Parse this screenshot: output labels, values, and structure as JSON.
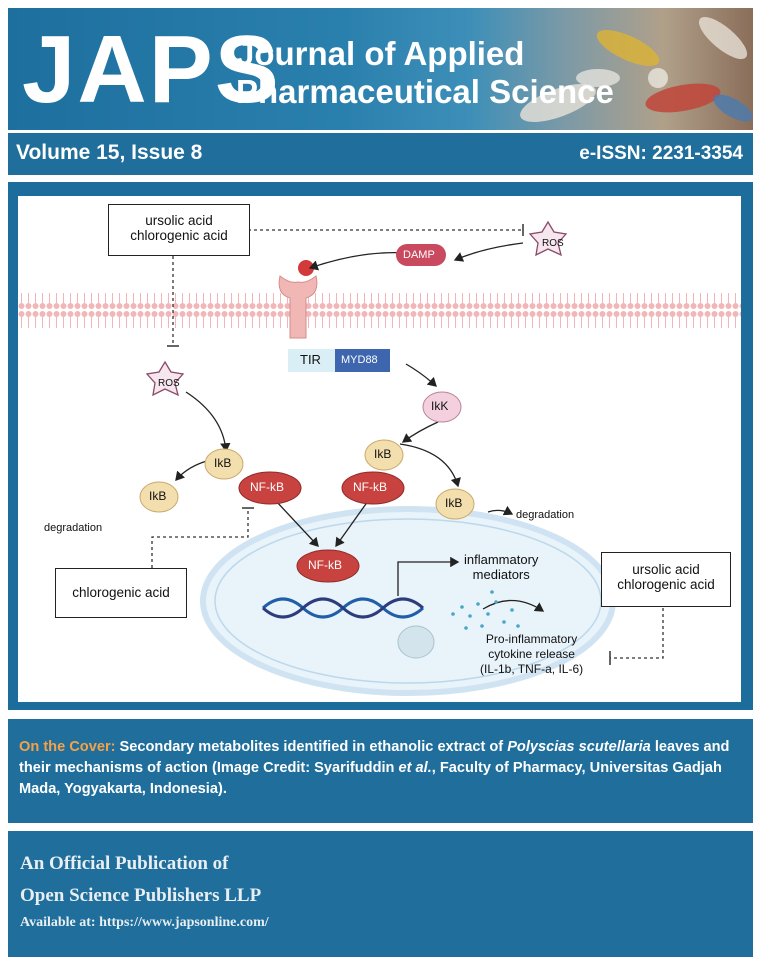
{
  "header": {
    "logo": "JAPS",
    "title_line1": "Journal of Applied",
    "title_line2": "Pharmaceutical Science"
  },
  "volume_bar": {
    "volume": "Volume 15, Issue 8",
    "issn": "e-ISSN: 2231-3354"
  },
  "figure": {
    "inhibitor_top_left": [
      "ursolic acid",
      "chlorogenic acid"
    ],
    "inhibitor_right": [
      "ursolic acid",
      "chlorogenic acid"
    ],
    "inhibitor_bottom_left": "chlorogenic acid",
    "ros_top": "ROS",
    "ros_left": "ROS",
    "damp": "DAMP",
    "tir": "TIR",
    "myd88": "MYD88",
    "ikk": "IkK",
    "ikb_left": "IkB",
    "ikb_left_degraded": "IkB",
    "ikb_right": "IkB",
    "ikb_right_degraded": "IkB",
    "nfkb_left": "NF-kB",
    "nfkb_right": "NF-kB",
    "nfkb_nucleus": "NF-kB",
    "degradation_left": "degradation",
    "degradation_right": "degradation",
    "inflammatory": [
      "inflammatory",
      "mediators"
    ],
    "cytokine": [
      "Pro-inflammatory",
      "cytokine release",
      "(IL-1b, TNF-a, IL-6)"
    ],
    "colors": {
      "damp": "#c94a5e",
      "nfkb": "#c8433f",
      "ikb": "#f3dfae",
      "ikk": "#f4d0de",
      "ros": "#f6e6ee",
      "myd88": "#3d66ae",
      "tir": "#d9eef5",
      "membrane": "#f2b6b8",
      "nucleus": "#cfe3f2"
    }
  },
  "caption": {
    "label": "On the Cover:",
    "text_part1": " Secondary metabolites identified in ethanolic extract of ",
    "species": "Polyscias scutellaria",
    "text_part2": " leaves and their mechanisms of action (Image Credit: Syarifuddin ",
    "etal": "et al.",
    "text_part3": ", Faculty of Pharmacy, Universitas Gadjah Mada, Yogyakarta, Indonesia)."
  },
  "footer": {
    "line1": "An Official Publication of",
    "line2": "Open Science Publishers LLP",
    "line3": "Available at: https://www.japsonline.com/"
  }
}
